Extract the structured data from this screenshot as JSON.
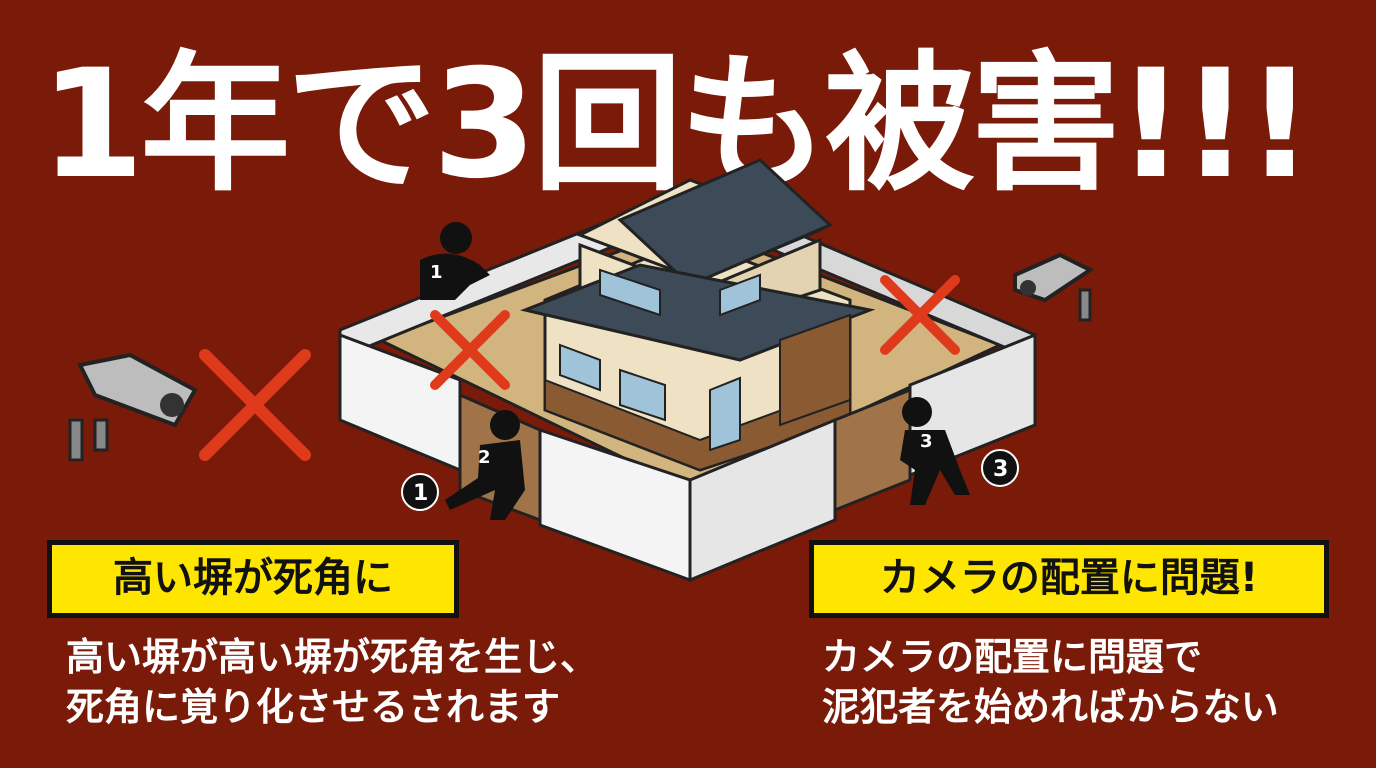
{
  "title": "1年で3回も被害!!!",
  "left_panel": {
    "label": "高い塀が死角に",
    "body_lines": [
      "高い塀が高い塀が死角を生じ、",
      "死角に覚り化させるされます"
    ]
  },
  "right_panel": {
    "label": "カメラの配置に問題!",
    "body_lines": [
      "カメラの配置に問題で",
      "泥犯者を始めればからない"
    ]
  },
  "illustration": {
    "burglar_numbers": [
      "1",
      "2",
      "3"
    ],
    "circled_numbers": [
      "1",
      "3"
    ],
    "icons": [
      "security-camera-icon",
      "cross-mark-icon",
      "burglar-icon",
      "house-icon"
    ],
    "colors": {
      "background": "#7a1a08",
      "label_bg": "#ffe600",
      "cross": "#e03a1c",
      "wall": "#f4f4f4",
      "roof": "#3d4a57"
    }
  }
}
